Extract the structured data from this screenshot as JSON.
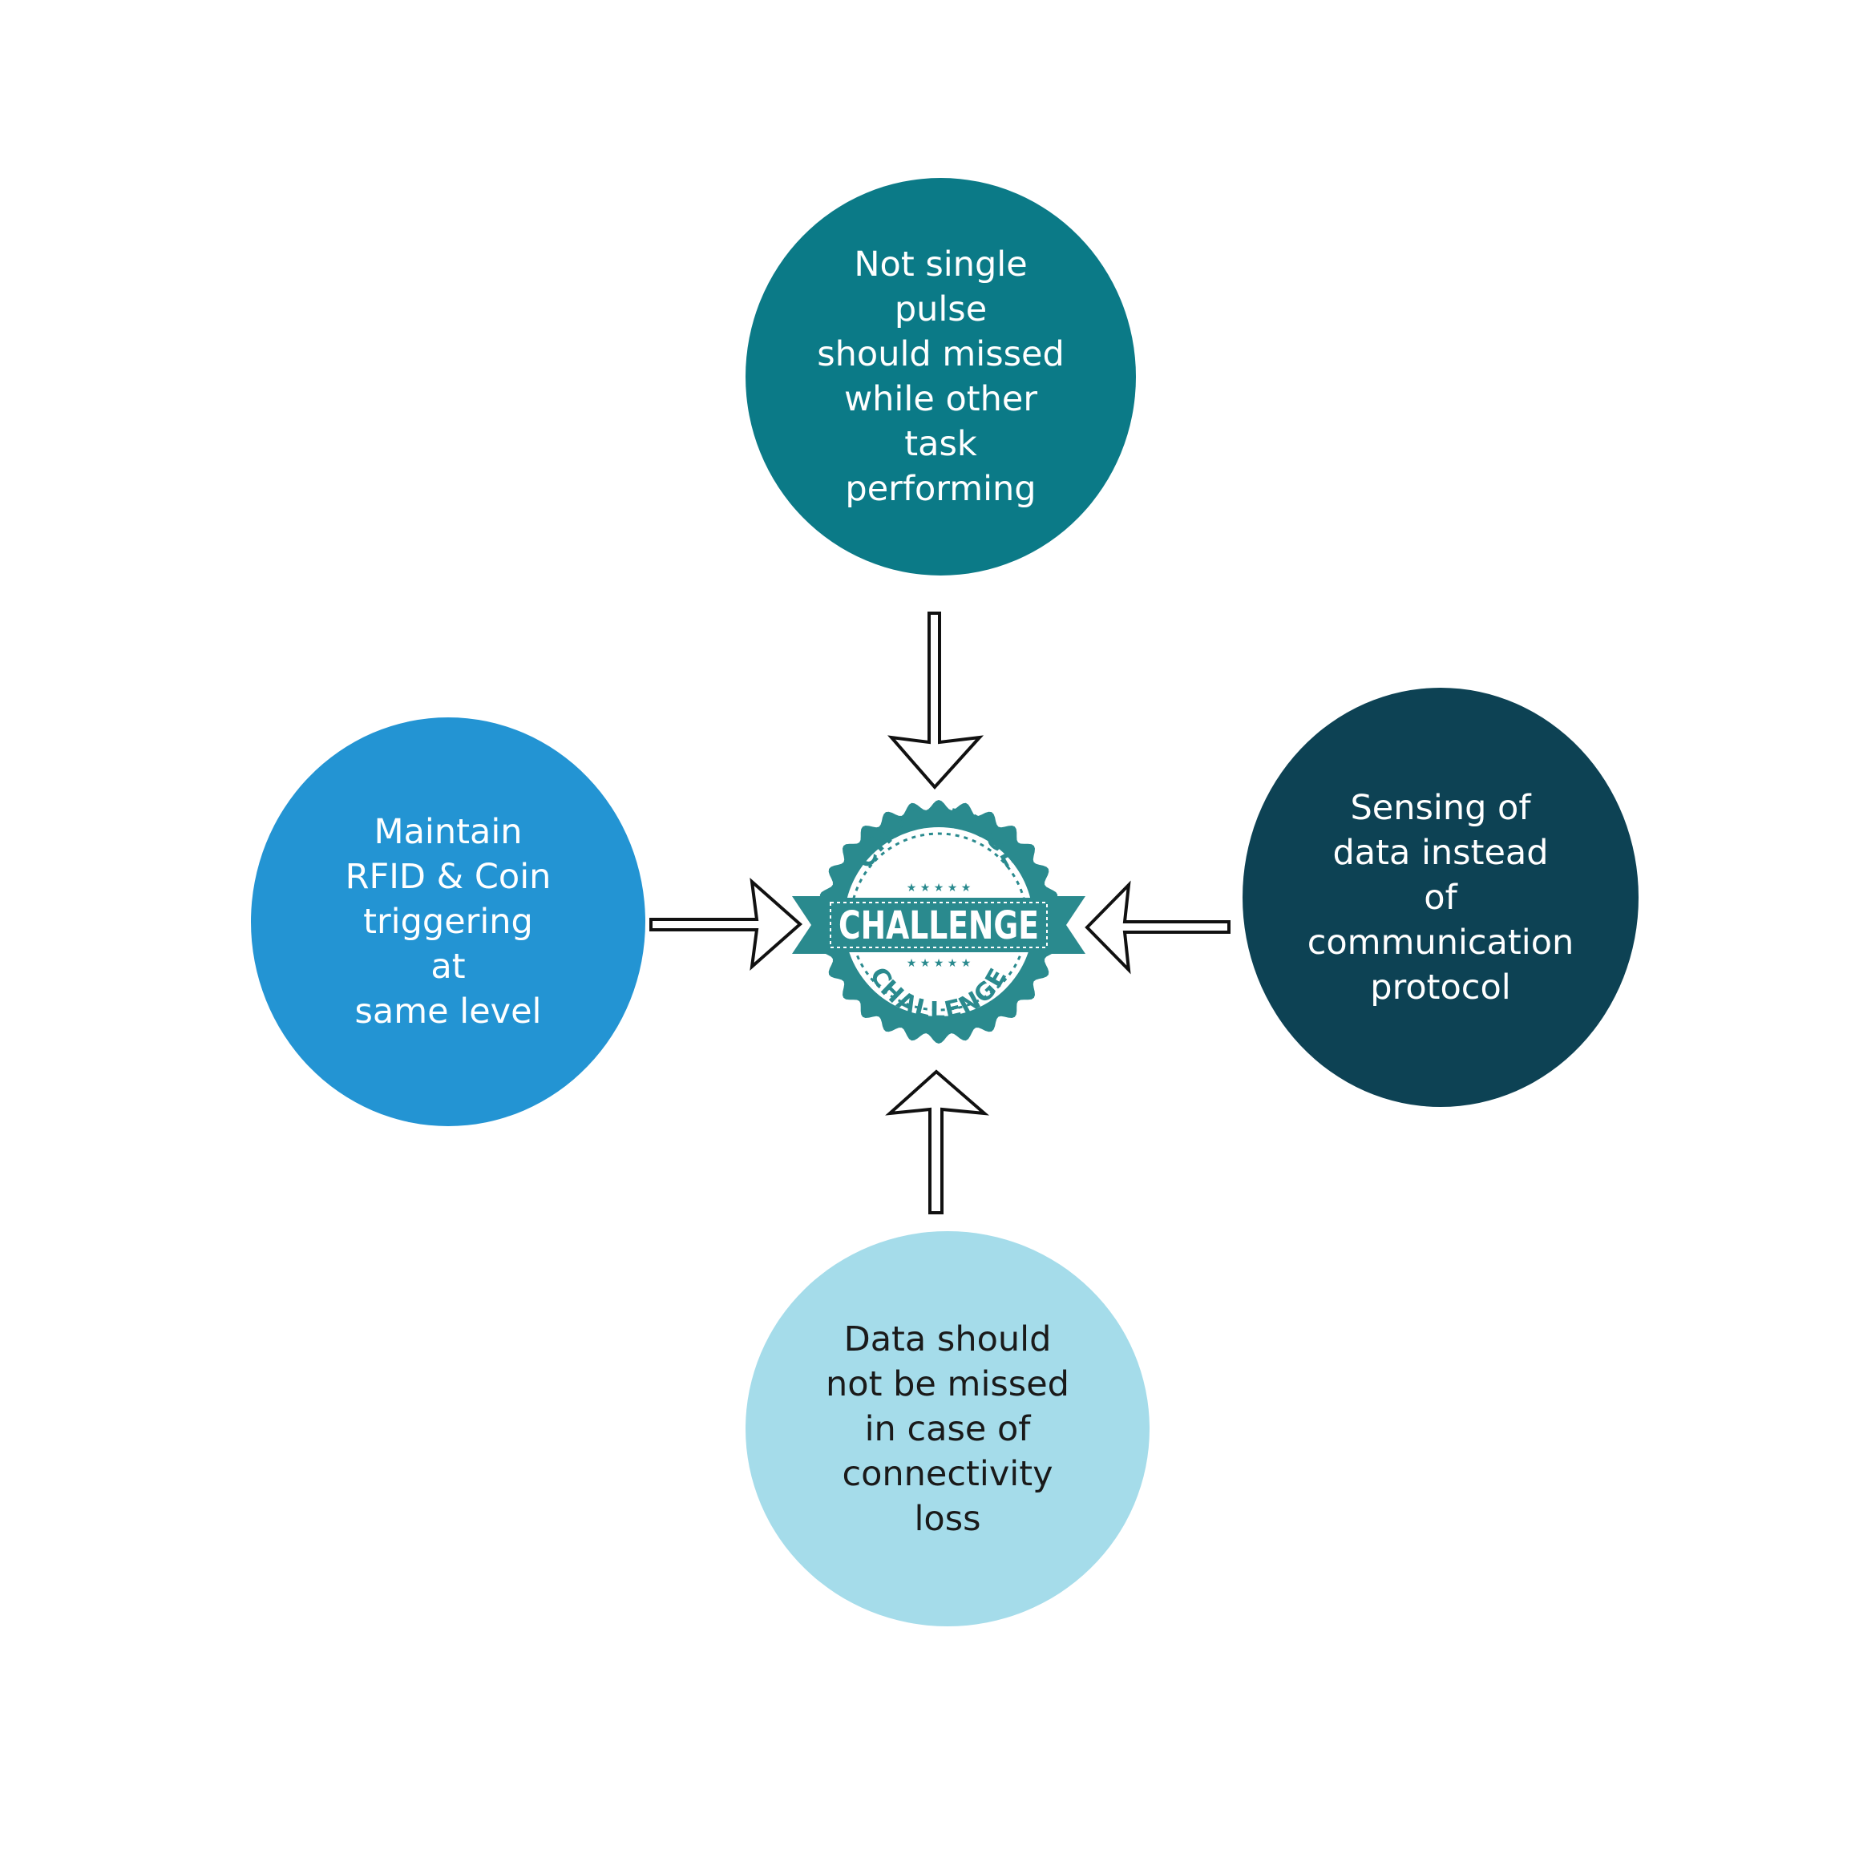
{
  "colors": {
    "background": "#ffffff",
    "teal": "#0b7a87",
    "navy": "#0d4254",
    "blue": "#2394d3",
    "light_blue": "#a5dcea",
    "badge": "#2a8a8e",
    "arrow_stroke": "#111111"
  },
  "center_badge": {
    "icon": "challenge-badge-icon",
    "banner_text": "CHALLENGE",
    "arc_top_text": "CHALLENGE",
    "arc_bottom_text": "CHALLENGE"
  },
  "nodes": {
    "top": {
      "text": "Not single\npulse\nshould missed\nwhile other\ntask\nperforming",
      "fill": "#0b7a87",
      "text_color": "#ffffff"
    },
    "right": {
      "text": "Sensing of\ndata instead\nof\ncommunication\nprotocol",
      "fill": "#0d4254",
      "text_color": "#ffffff"
    },
    "left": {
      "text": "Maintain\nRFID & Coin\ntriggering\nat\nsame level",
      "fill": "#2394d3",
      "text_color": "#ffffff"
    },
    "bottom": {
      "text": "Data should\nnot be missed\nin case of\nconnectivity\nloss",
      "fill": "#a5dcea",
      "text_color": "#1a1a1a"
    }
  },
  "edges": [
    {
      "from": "top",
      "to": "center"
    },
    {
      "from": "right",
      "to": "center"
    },
    {
      "from": "left",
      "to": "center"
    },
    {
      "from": "bottom",
      "to": "center"
    }
  ]
}
